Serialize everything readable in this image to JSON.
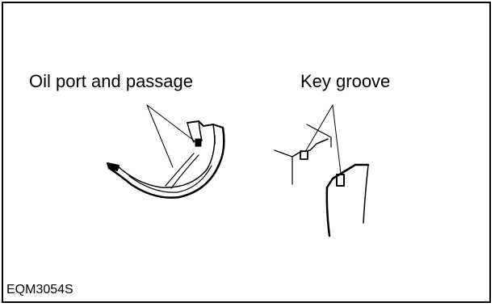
{
  "labels": {
    "oil_port": "Oil port and passage",
    "key_groove": "Key groove"
  },
  "figure_code": "EQM3054S",
  "colors": {
    "ink": "#000000",
    "background": "#ffffff"
  }
}
